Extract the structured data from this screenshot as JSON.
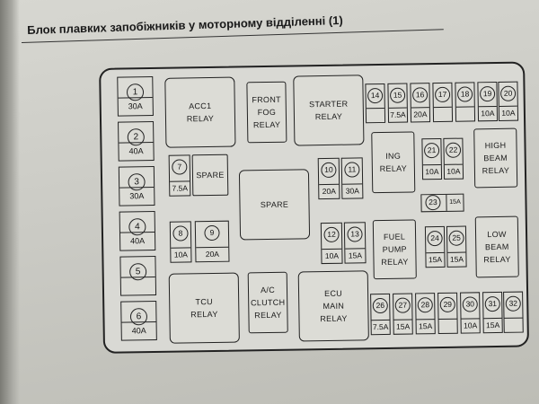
{
  "title": "Блок плавких запобіжників у моторному відділенні (1)",
  "relays": {
    "acc1": "ACC1\nRELAY",
    "front_fog": "FRONT\nFOG\nRELAY",
    "starter": "STARTER\nRELAY",
    "spare_small": "SPARE",
    "spare_big": "SPARE",
    "ing": "ING\nRELAY",
    "high_beam": "HIGH\nBEAM\nRELAY",
    "fuel_pump": "FUEL\nPUMP\nRELAY",
    "low_beam": "LOW\nBEAM\nRELAY",
    "tcu": "TCU\nRELAY",
    "ac_clutch": "A/C\nCLUTCH\nRELAY",
    "ecu_main": "ECU\nMAIN\nRELAY"
  },
  "left_fuses": [
    {
      "num": "1",
      "amp": "30A"
    },
    {
      "num": "2",
      "amp": "40A"
    },
    {
      "num": "3",
      "amp": "30A"
    },
    {
      "num": "4",
      "amp": "40A"
    },
    {
      "num": "5",
      "amp": ""
    },
    {
      "num": "6",
      "amp": "40A"
    }
  ],
  "fuses": {
    "f7": {
      "num": "7",
      "amp": "7.5A"
    },
    "f8": {
      "num": "8",
      "amp": "10A"
    },
    "f9": {
      "num": "9",
      "amp": "20A"
    },
    "f10": {
      "num": "10",
      "amp": "20A"
    },
    "f11": {
      "num": "11",
      "amp": "30A"
    },
    "f12": {
      "num": "12",
      "amp": "10A"
    },
    "f13": {
      "num": "13",
      "amp": "15A"
    },
    "f14": {
      "num": "14",
      "amp": ""
    },
    "f15": {
      "num": "15",
      "amp": "7.5A"
    },
    "f16": {
      "num": "16",
      "amp": "20A"
    },
    "f17": {
      "num": "17",
      "amp": ""
    },
    "f18": {
      "num": "18",
      "amp": ""
    },
    "f19": {
      "num": "19",
      "amp": "10A"
    },
    "f20": {
      "num": "20",
      "amp": "10A"
    },
    "f21": {
      "num": "21",
      "amp": "10A"
    },
    "f22": {
      "num": "22",
      "amp": "10A"
    },
    "f23": {
      "num": "23",
      "amp": "15A"
    },
    "f24": {
      "num": "24",
      "amp": "15A"
    },
    "f25": {
      "num": "25",
      "amp": "15A"
    },
    "f26": {
      "num": "26",
      "amp": "7.5A"
    },
    "f27": {
      "num": "27",
      "amp": "15A"
    },
    "f28": {
      "num": "28",
      "amp": "15A"
    },
    "f29": {
      "num": "29",
      "amp": ""
    },
    "f30": {
      "num": "30",
      "amp": "10A"
    },
    "f31": {
      "num": "31",
      "amp": "15A"
    },
    "f32": {
      "num": "32",
      "amp": ""
    }
  }
}
